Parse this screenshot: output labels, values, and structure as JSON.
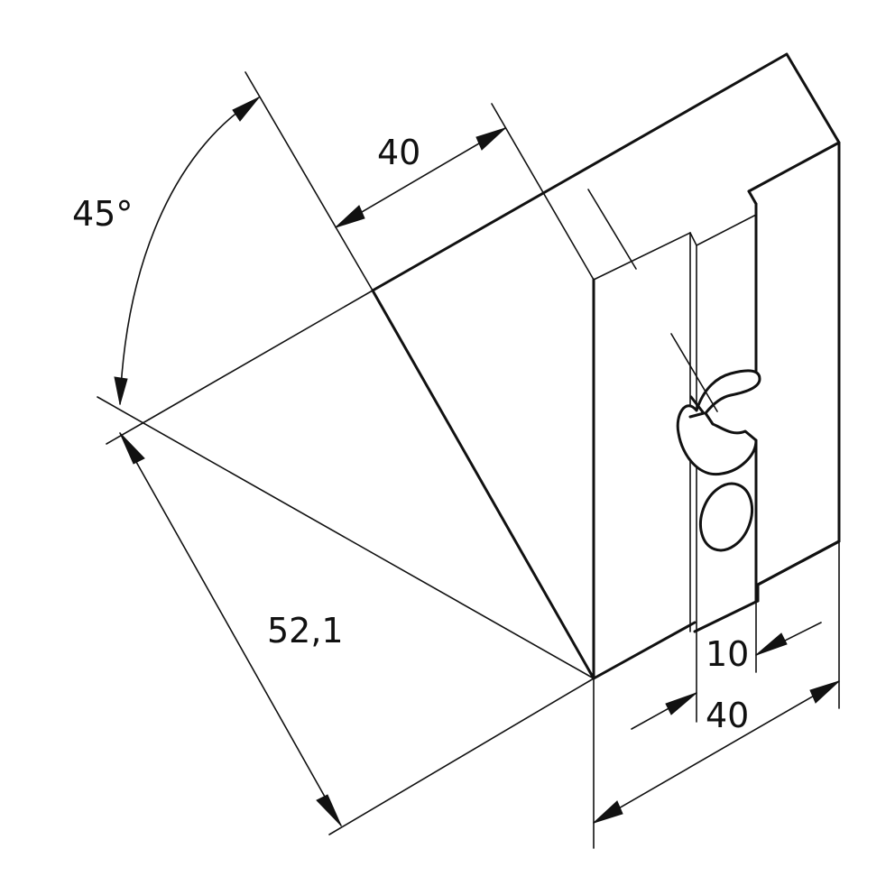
{
  "dimensions": {
    "angle_label": "45°",
    "top_width_label": "40",
    "diagonal_label": "52,1",
    "slot_width_label": "10",
    "base_width_label": "40"
  },
  "colors": {
    "line": "#111111",
    "background": "#ffffff"
  }
}
